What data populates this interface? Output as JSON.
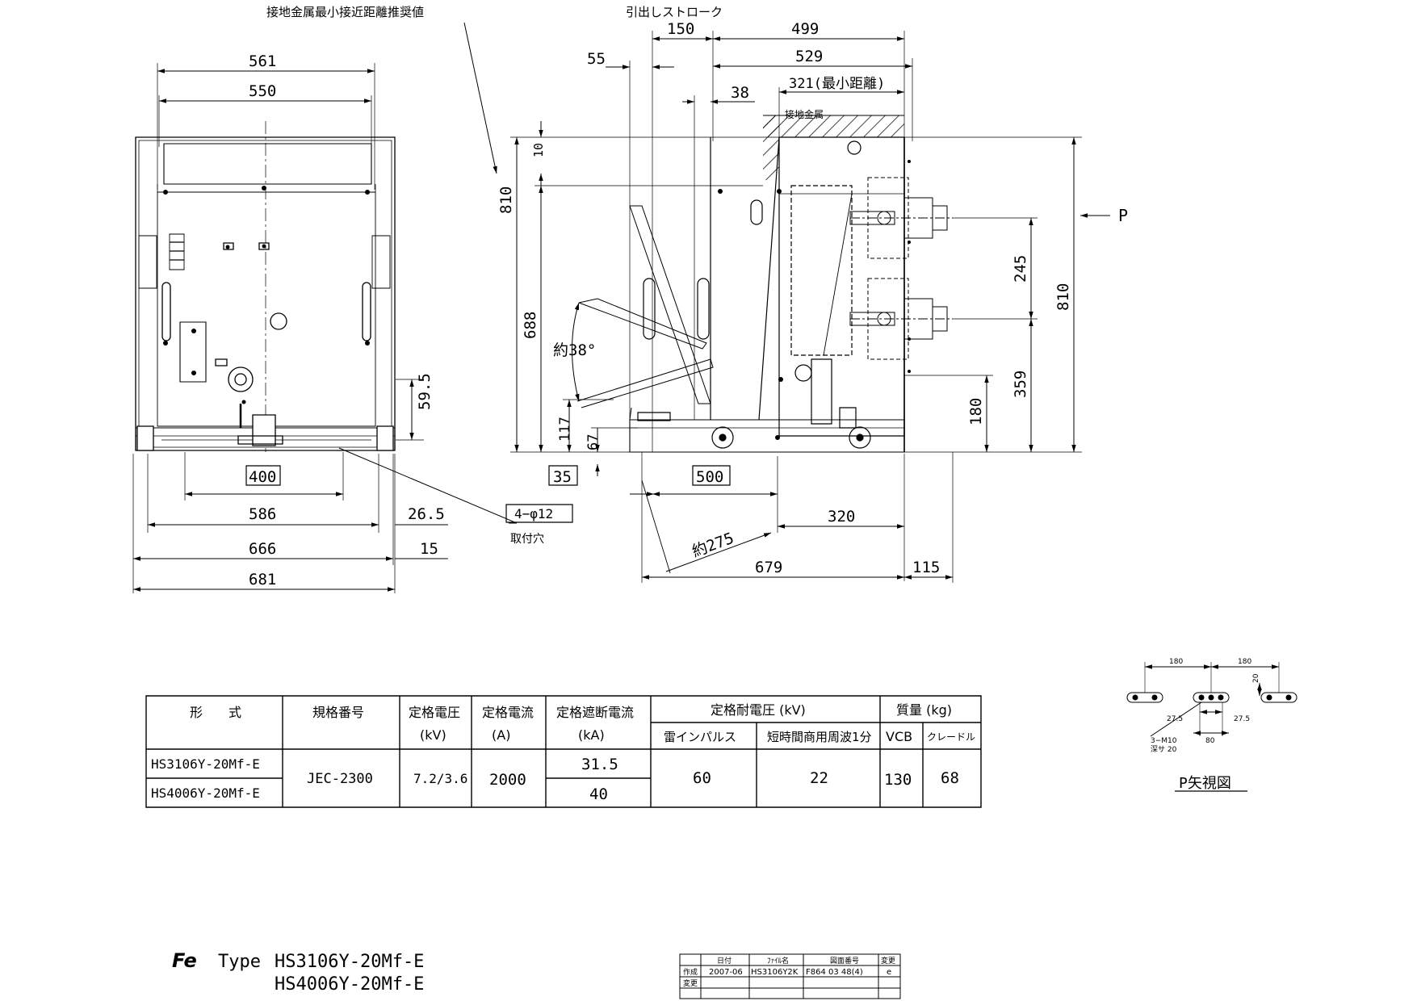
{
  "front_view": {
    "dims": {
      "w561": "561",
      "w550": "550",
      "w400": "400",
      "w586": "586",
      "w666": "666",
      "w681": "681",
      "h59_5": "59.5",
      "w26_5": "26.5",
      "w15": "15"
    },
    "hole_label": "4−φ12",
    "hole_caption": "取付穴",
    "clearance_note": "接地金属最小接近距離推奨値"
  },
  "side_view": {
    "stroke_label": "引出しストローク",
    "dims": {
      "d150": "150",
      "d499": "499",
      "d55": "55",
      "d529": "529",
      "d38": "38",
      "d321": "321(最小距離)",
      "d10": "10",
      "d810_left": "810",
      "d688": "688",
      "angle": "約38°",
      "d117": "117",
      "d67": "67",
      "d35": "35",
      "d500": "500",
      "d320": "320",
      "d275": "約275",
      "d679": "679",
      "d115": "115",
      "d245": "245",
      "d810_right": "810",
      "d359": "359",
      "d180": "180"
    },
    "earth_label": "接地金属",
    "p_arrow": "P"
  },
  "p_view": {
    "title": "P矢視図",
    "dims": {
      "a180_l": "180",
      "a180_r": "180",
      "a20": "20",
      "a27_5_l": "27.5",
      "a27_5_r": "27.5",
      "a80": "80",
      "bolt": "3−M10",
      "depth": "深サ 20"
    }
  },
  "spec_table": {
    "headers": {
      "type": "形　　式",
      "standard": "規格番号",
      "voltage": "定格電圧",
      "voltage_unit": "(kV)",
      "current": "定格電流",
      "current_unit": "(A)",
      "breaking": "定格遮断電流",
      "breaking_unit": "(kA)",
      "withstand": "定格耐電圧 (kV)",
      "impulse": "雷インパルス",
      "power_freq": "短時間商用周波1分",
      "mass": "質量 (kg)",
      "vcb": "VCB",
      "cradle": "クレードル"
    },
    "rows": [
      {
        "type": "HS3106Y-20Mf-E",
        "breaking": "31.5"
      },
      {
        "type": "HS4006Y-20Mf-E",
        "breaking": "40"
      }
    ],
    "shared": {
      "standard": "JEC-2300",
      "voltage": "7.2/3.6",
      "current": "2000",
      "impulse": "60",
      "power_freq": "22",
      "vcb": "130",
      "cradle": "68"
    }
  },
  "title_block": {
    "logo": "Fe",
    "type_prefix": "Type",
    "model_1": "HS3106Y-20Mf-E",
    "model_2": "HS4006Y-20Mf-E"
  },
  "revision_block": {
    "headers": {
      "date": "日付",
      "file": "ﾌｧｲﾙ名",
      "drawing": "図面番号",
      "change": "変更"
    },
    "row_labels": {
      "created": "作成",
      "changed": "変更"
    },
    "created": {
      "date": "2007-06",
      "file": "HS3106Y2K",
      "drawing": "F864 03 48(4)",
      "change": "e"
    }
  }
}
